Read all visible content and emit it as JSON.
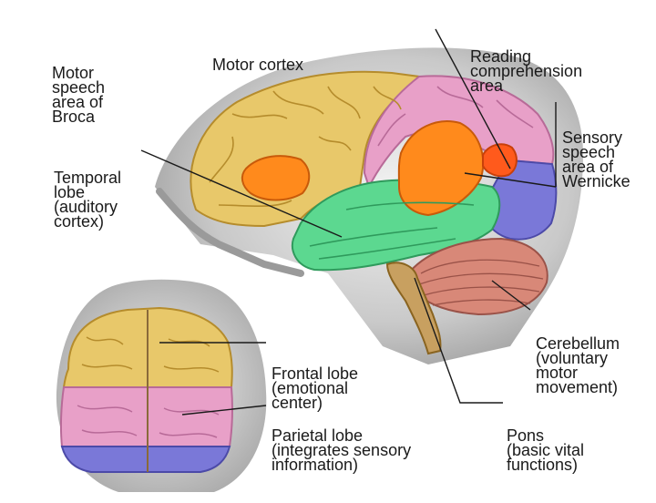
{
  "labels": {
    "broca": [
      "Motor",
      "speech",
      "area of",
      "Broca"
    ],
    "motor_cortex": [
      "Motor cortex"
    ],
    "reading": [
      "Reading",
      "comprehension",
      "area"
    ],
    "wernicke": [
      "Sensory",
      "speech",
      "area of",
      "Wernicke"
    ],
    "temporal": [
      "Temporal",
      "lobe",
      "(auditory",
      "cortex)"
    ],
    "cerebellum": [
      "Cerebellum",
      "(voluntary",
      "motor",
      "movement)"
    ],
    "frontal": [
      "Frontal lobe",
      "(emotional",
      "center)"
    ],
    "parietal": [
      "Parietal lobe",
      "(integrates sensory",
      "information)"
    ],
    "pons": [
      "Pons",
      "(basic vital",
      "functions)"
    ]
  },
  "colors": {
    "frontal": "#e8c86a",
    "parietal": "#e8a0c8",
    "occipital": "#7a78d8",
    "temporal": "#5cd890",
    "broca": "#ff8a1c",
    "wernicke": "#ff8a1c",
    "reading": "#ff5a1c",
    "cerebellum": "#d88878",
    "brainstem": "#c8a060",
    "head": "#b8b8b8"
  }
}
